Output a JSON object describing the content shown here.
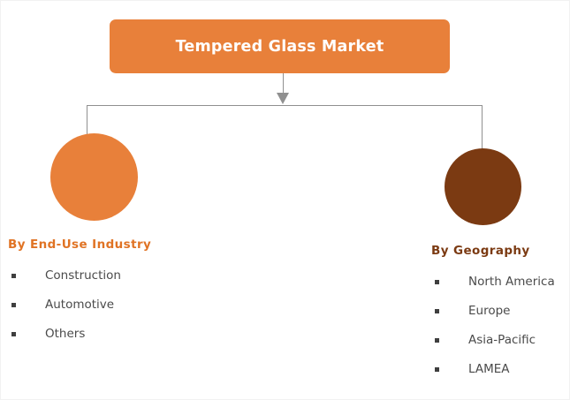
{
  "diagram": {
    "type": "hierarchy-tree",
    "root": {
      "label": "Tempered Glass Market",
      "color": "#e8803a",
      "text_color": "#ffffff"
    },
    "connector_color": "#909090",
    "branches": [
      {
        "id": "end-use-industry",
        "heading": "By End-Use Industry",
        "heading_color": "#e07324",
        "node_color": "#e8803a",
        "items": [
          "Construction",
          "Automotive",
          "Others"
        ]
      },
      {
        "id": "geography",
        "heading": "By Geography",
        "heading_color": "#7b3a12",
        "node_color": "#7b3a12",
        "items": [
          "North America",
          "Europe",
          "Asia-Pacific",
          "LAMEA"
        ]
      }
    ]
  }
}
